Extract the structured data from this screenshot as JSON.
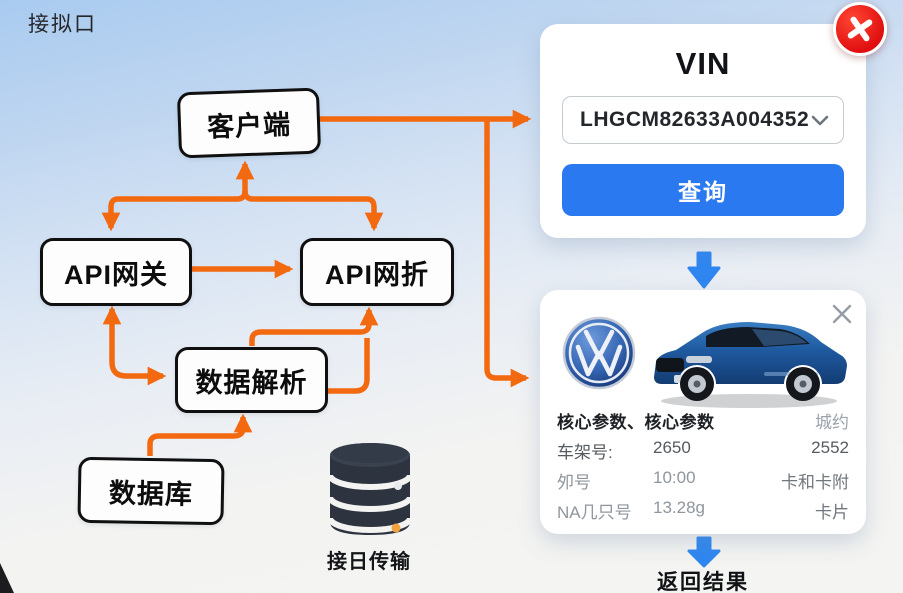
{
  "page": {
    "header_label": "接拟口"
  },
  "diagram": {
    "nodes": [
      {
        "id": "client",
        "label": "客户端"
      },
      {
        "id": "api-gateway",
        "label": "API网关"
      },
      {
        "id": "api-gateway2",
        "label": "API网折"
      },
      {
        "id": "data-parser",
        "label": "数据解析"
      },
      {
        "id": "database",
        "label": "数据库"
      }
    ],
    "db_icon_label": "接日传输",
    "edges": [
      "数据解析↑客户端分流至API网关/API网折",
      "API网关→API网折",
      "API网关↔数据解析",
      "数据解析→API网折",
      "数据库→数据解析",
      "客户端→VIN查询卡片",
      "客户端→结果卡片"
    ]
  },
  "vin_panel": {
    "title": "VIN",
    "vin_value": "LHGCM82633A004352",
    "query_label": "查询"
  },
  "result_card": {
    "brand_icon": "vw-logo",
    "car_image": "blue-sedan",
    "params_title": "核心参数、核心参数",
    "params_title_right": "城约",
    "rows": [
      {
        "label": "车架号:",
        "value": "2650",
        "right": "2552"
      },
      {
        "label": "夘号",
        "value": "10:00",
        "right": "卡和卡附"
      },
      {
        "label": "NA几只号",
        "value": "13.28g",
        "right": "卡片"
      }
    ]
  },
  "footer": {
    "result_label": "返回结果"
  },
  "colors": {
    "arrow_orange": "#f2690f",
    "arrow_blue": "#2f86f0",
    "button_blue": "#2b79f0",
    "close_red": "#e01010"
  }
}
